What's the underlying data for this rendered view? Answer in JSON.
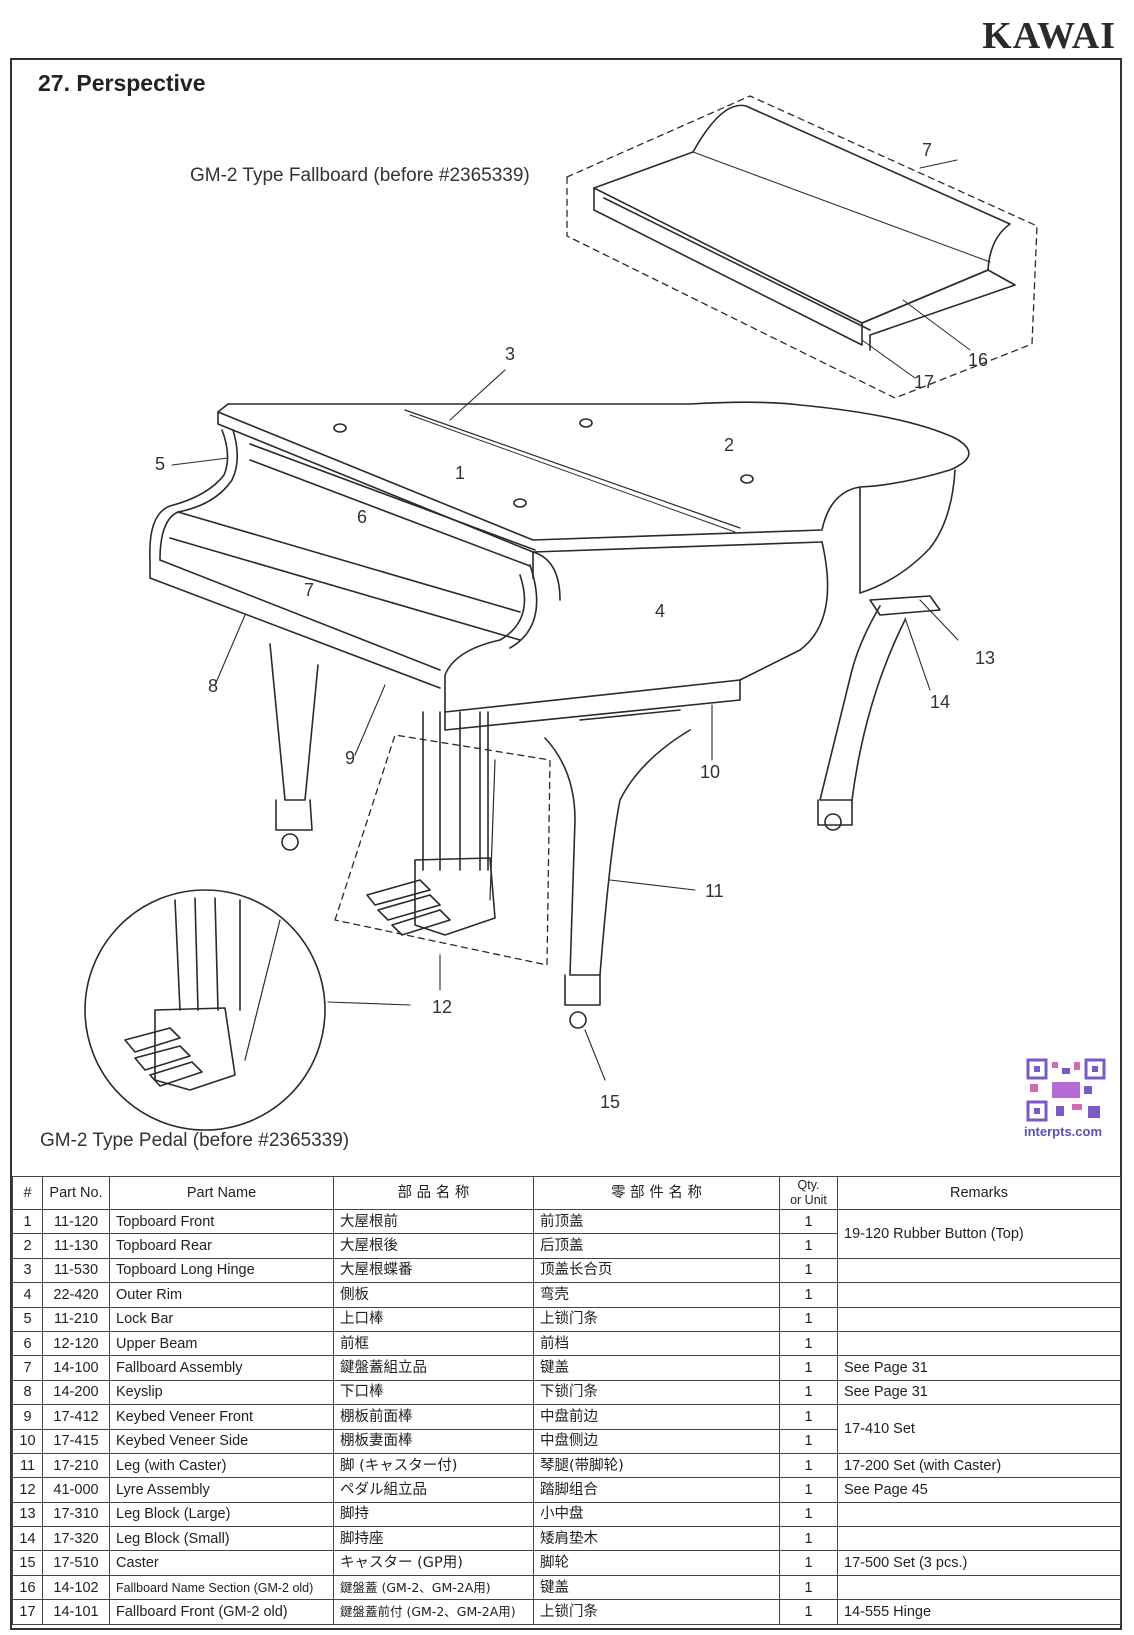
{
  "brand": "KAWAI",
  "section_title": "27. Perspective",
  "captions": {
    "fallboard": "GM-2 Type Fallboard (before #2365339)",
    "pedal": "GM-2 Type Pedal (before #2365339)"
  },
  "callouts": {
    "n1": "1",
    "n2": "2",
    "n3": "3",
    "n4": "4",
    "n5": "5",
    "n6": "6",
    "n7": "7",
    "n7b": "7",
    "n8": "8",
    "n9": "9",
    "n10": "10",
    "n11": "11",
    "n12": "12",
    "n13": "13",
    "n14": "14",
    "n15": "15",
    "n16": "16",
    "n17": "17"
  },
  "watermark": "interpts.com",
  "table": {
    "headers": [
      "#",
      "Part No.",
      "Part Name",
      "部 品 名 称",
      "零 部 件 名 称",
      "Qty.",
      "or Unit",
      "Remarks"
    ],
    "rows": [
      {
        "no": "1",
        "part": "11-120",
        "name": "Topboard Front",
        "jp": "大屋根前",
        "cn": "前顶盖",
        "qty": "1",
        "remarks": "19-120 Rubber Button (Top)"
      },
      {
        "no": "2",
        "part": "11-130",
        "name": "Topboard Rear",
        "jp": "大屋根後",
        "cn": "后顶盖",
        "qty": "1",
        "remarks": ""
      },
      {
        "no": "3",
        "part": "11-530",
        "name": "Topboard Long Hinge",
        "jp": "大屋根蝶番",
        "cn": "顶盖长合页",
        "qty": "1",
        "remarks": ""
      },
      {
        "no": "4",
        "part": "22-420",
        "name": "Outer Rim",
        "jp": "側板",
        "cn": "弯壳",
        "qty": "1",
        "remarks": ""
      },
      {
        "no": "5",
        "part": "11-210",
        "name": "Lock Bar",
        "jp": "上口棒",
        "cn": "上锁门条",
        "qty": "1",
        "remarks": ""
      },
      {
        "no": "6",
        "part": "12-120",
        "name": "Upper Beam",
        "jp": "前框",
        "cn": "前档",
        "qty": "1",
        "remarks": ""
      },
      {
        "no": "7",
        "part": "14-100",
        "name": "Fallboard Assembly",
        "jp": "鍵盤蓋組立品",
        "cn": "键盖",
        "qty": "1",
        "remarks": "See Page 31"
      },
      {
        "no": "8",
        "part": "14-200",
        "name": "Keyslip",
        "jp": "下口棒",
        "cn": "下锁门条",
        "qty": "1",
        "remarks": "See Page 31"
      },
      {
        "no": "9",
        "part": "17-412",
        "name": "Keybed Veneer Front",
        "jp": "棚板前面棒",
        "cn": "中盘前边",
        "qty": "1",
        "remarks": "17-410 Set"
      },
      {
        "no": "10",
        "part": "17-415",
        "name": "Keybed Veneer Side",
        "jp": "棚板妻面棒",
        "cn": "中盘侧边",
        "qty": "1",
        "remarks": ""
      },
      {
        "no": "11",
        "part": "17-210",
        "name": "Leg (with Caster)",
        "jp": "脚 (キャスター付)",
        "cn": "琴腿(带脚轮)",
        "qty": "1",
        "remarks": "17-200 Set (with Caster)"
      },
      {
        "no": "12",
        "part": "41-000",
        "name": "Lyre Assembly",
        "jp": "ペダル組立品",
        "cn": "踏脚组合",
        "qty": "1",
        "remarks": "See Page 45"
      },
      {
        "no": "13",
        "part": "17-310",
        "name": "Leg Block (Large)",
        "jp": "脚持",
        "cn": "小中盘",
        "qty": "1",
        "remarks": ""
      },
      {
        "no": "14",
        "part": "17-320",
        "name": "Leg Block (Small)",
        "jp": "脚持座",
        "cn": "矮肩垫木",
        "qty": "1",
        "remarks": ""
      },
      {
        "no": "15",
        "part": "17-510",
        "name": "Caster",
        "jp": "キャスター (GP用)",
        "cn": "脚轮",
        "qty": "1",
        "remarks": "17-500 Set (3 pcs.)"
      },
      {
        "no": "16",
        "part": "14-102",
        "name": "Fallboard Name Section (GM-2 old)",
        "jp": "鍵盤蓋 (GM-2、GM-2A用)",
        "cn": "键盖",
        "qty": "1",
        "remarks": ""
      },
      {
        "no": "17",
        "part": "14-101",
        "name": "Fallboard Front (GM-2 old)",
        "jp": "鍵盤蓋前付 (GM-2、GM-2A用)",
        "cn": "上锁门条",
        "qty": "1",
        "remarks": "14-555 Hinge"
      }
    ]
  }
}
